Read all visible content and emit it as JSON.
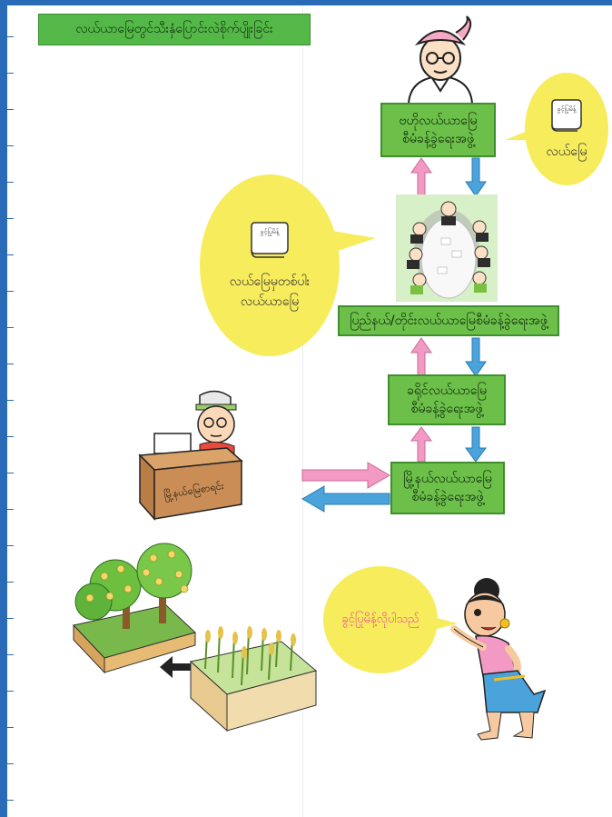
{
  "title": "လယ်ယာမြေတွင်သီးနှံပြောင်းလဲစိုက်ပျိုးခြင်း",
  "boxes": {
    "central": [
      "ဗဟိုလယ်ယာမြေ",
      "စီမံခန့်ခွဲရေးအဖွဲ့"
    ],
    "state": "ပြည်နယ်/တိုင်းလယ်ယာမြေစီမံခန့်ခွဲရေးအဖွဲ့",
    "district": [
      "ခရိုင်လယ်ယာမြေ",
      "စီမံခန့်ခွဲရေးအဖွဲ့"
    ],
    "township": [
      "မြို့နယ်လယ်ယာမြေ",
      "စီမံခန့်ခွဲရေးအဖွဲ့"
    ]
  },
  "bubbles": {
    "central_bubble": {
      "label": "လယ်မြေ",
      "scroll_text": "ခွင့်ပြုမိန့်"
    },
    "state_bubble": {
      "lines": [
        "လယ်မြေမှတစ်ပါး",
        "လယ်ယာမြေ"
      ],
      "scroll_text": "ခွင့်ပြုမိန့်"
    },
    "farmer_bubble": {
      "label": "ခွင့်ပြုမိန့်လိုပါသည်"
    }
  },
  "desk_sign": "မြို့နယ်မြေစာရင်း",
  "colors": {
    "box_green": "#6cc04a",
    "title_green": "#54b848",
    "bubble_yellow": "#f7ec5c",
    "arrow_pink": "#f29ac4",
    "arrow_blue": "#4aa3db",
    "farmer_text": "#ee4f9a",
    "frame_blue": "#2a6bb8"
  },
  "icons": [
    "official-portrait-icon",
    "scroll-icon",
    "meeting-table-icon",
    "clerk-desk-icon",
    "fruit-trees-icon",
    "rice-field-icon",
    "farmer-woman-icon"
  ]
}
